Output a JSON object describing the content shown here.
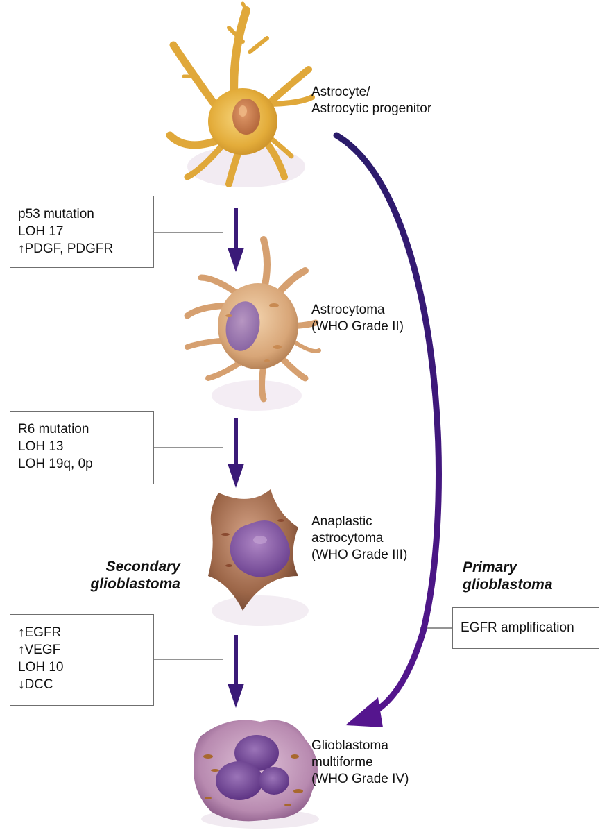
{
  "stages": [
    {
      "line1": "Astrocyte/",
      "line2": "Astrocytic progenitor"
    },
    {
      "line1": "Astrocytoma",
      "line2": "(WHO Grade II)"
    },
    {
      "line1": "Anaplastic",
      "line2": "astrocytoma",
      "line3": "(WHO Grade III)"
    },
    {
      "line1": "Glioblastoma",
      "line2": "multiforme",
      "line3": "(WHO Grade IV)"
    }
  ],
  "boxes": {
    "step1": [
      "p53 mutation",
      "LOH 17",
      "↑PDGF, PDGFR"
    ],
    "step2": [
      "R6 mutation",
      "LOH 13",
      "LOH 19q, 0p"
    ],
    "step3": [
      "↑EGFR",
      "↑VEGF",
      "LOH 10",
      "↓DCC"
    ],
    "primary": [
      "EGFR amplification"
    ]
  },
  "pathways": {
    "secondary": {
      "line1": "Secondary",
      "line2": "glioblastoma"
    },
    "primary": {
      "line1": "Primary",
      "line2": "glioblastoma"
    }
  },
  "colors": {
    "arrow": "#3a1a78",
    "astrocyte": "#e2b040",
    "astrocytoma": "#dcae7c",
    "anaplastic": "#a06a4c",
    "gbm": "#9a6a98",
    "nucleus": "#7e4f9a"
  }
}
